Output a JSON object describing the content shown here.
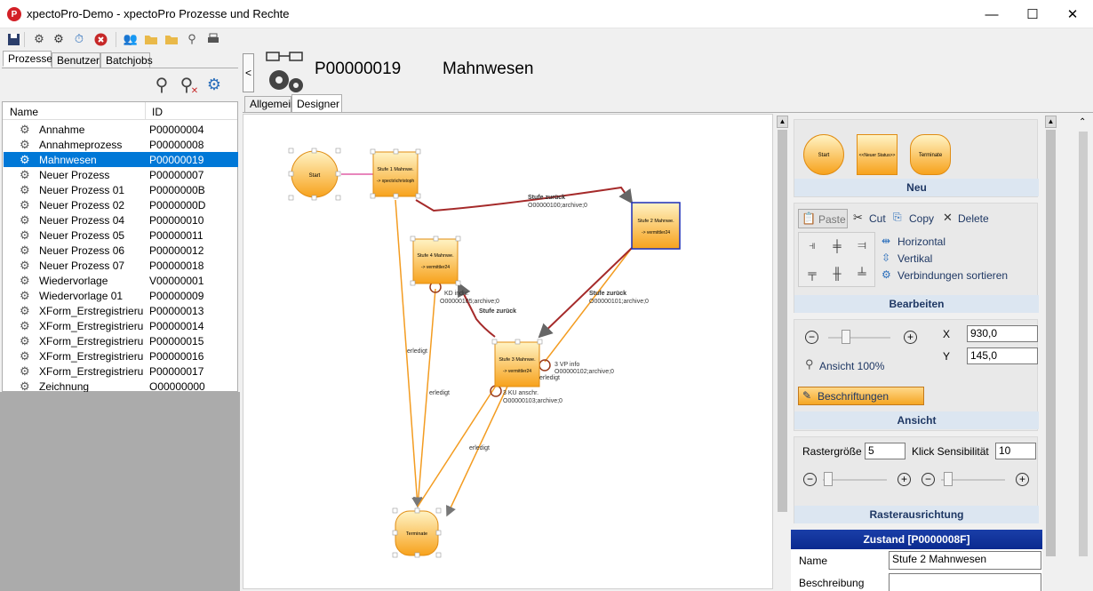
{
  "window": {
    "title": "xpectoPro-Demo - xpectoPro Prozesse und Rechte",
    "logo_glyph": "P",
    "minimize": "—",
    "maximize": "☐",
    "close": "✕"
  },
  "toolbar": {
    "icons": [
      "save-icon",
      "settings-gear-icon",
      "settings-gear-2-icon",
      "clock-icon",
      "cancel-icon",
      "users-icon",
      "folder-open-icon",
      "folder-open-2-icon",
      "magnifier-icon",
      "print-icon"
    ]
  },
  "left": {
    "tabs": [
      "Prozesse",
      "Benutzer",
      "Batchjobs"
    ],
    "columns": [
      "Name",
      "ID"
    ],
    "rows": [
      {
        "name": "Annahme",
        "id": "P00000004"
      },
      {
        "name": "Annahmeprozess",
        "id": "P00000008"
      },
      {
        "name": "Mahnwesen",
        "id": "P00000019",
        "selected": true
      },
      {
        "name": "Neuer Prozess",
        "id": "P00000007"
      },
      {
        "name": "Neuer Prozess 01",
        "id": "P0000000B"
      },
      {
        "name": "Neuer Prozess 02",
        "id": "P0000000D"
      },
      {
        "name": "Neuer Prozess 04",
        "id": "P00000010"
      },
      {
        "name": "Neuer Prozess 05",
        "id": "P00000011"
      },
      {
        "name": "Neuer Prozess 06",
        "id": "P00000012"
      },
      {
        "name": "Neuer Prozess 07",
        "id": "P00000018"
      },
      {
        "name": "Wiedervorlage",
        "id": "V00000001"
      },
      {
        "name": "Wiedervorlage 01",
        "id": "P00000009"
      },
      {
        "name": "XForm_Erstregistrierun...",
        "id": "P00000013"
      },
      {
        "name": "XForm_Erstregistrierun...",
        "id": "P00000014"
      },
      {
        "name": "XForm_Erstregistrierun...",
        "id": "P00000015"
      },
      {
        "name": "XForm_Erstregistrierun...",
        "id": "P00000016"
      },
      {
        "name": "XForm_Erstregistrierun...",
        "id": "P00000017"
      },
      {
        "name": "Zeichnung",
        "id": "O00000000"
      }
    ]
  },
  "header": {
    "process_id": "P00000019",
    "process_name": "Mahnwesen",
    "collapse": "<",
    "tabs": [
      "Allgemein",
      "Designer"
    ]
  },
  "diagram": {
    "nodes": {
      "start": "Start",
      "stufe1": "Stufe 1 Mahnwe.",
      "stufe1_sub": "-> xpecto\\christoph",
      "stufe2": "Stufe 2 Mahnwe.",
      "stufe2_sub": "-> vermittler24",
      "stufe3": "Stufe 3 Mahnwe.",
      "stufe3_sub": "-> vermittler24",
      "stufe4": "Stufe 4 Mahnwe.",
      "stufe4_sub": "-> vermittler24",
      "terminate": "Terminate"
    },
    "labels": {
      "l1a": "Stufe zurück",
      "l1b": "O00000100;archive;0",
      "l2a": "Stufe zurück",
      "l2b": "O00000101;archive;0",
      "l3": "Stufe zurück",
      "l4a": "KD indiv.",
      "l4b": "O00000105;archive;0",
      "l5a": "3 VP info",
      "l5b": "O00000102;archive;0",
      "l5c": "erledigt",
      "l6a": "3 KU anschr.",
      "l6b": "O00000103;archive;0",
      "e1": "erledigt",
      "e2": "erledigt",
      "e3": "erledigt"
    }
  },
  "panel": {
    "neu": {
      "start": "Start",
      "status": "<<Neuer Status>>",
      "terminate": "Terminate",
      "header": "Neu"
    },
    "bearbeiten": {
      "paste": "Paste",
      "cut": "Cut",
      "copy": "Copy",
      "delete": "Delete",
      "horizontal": "Horizontal",
      "vertikal": "Vertikal",
      "sortieren": "Verbindungen sortieren",
      "header": "Bearbeiten"
    },
    "ansicht": {
      "x_label": "X",
      "x_value": "930,0",
      "y_label": "Y",
      "y_value": "145,0",
      "zoom": "Ansicht 100%",
      "beschriftungen": "Beschriftungen",
      "header": "Ansicht",
      "zoom_level": 0.25
    },
    "raster": {
      "size_label": "Rastergröße",
      "size_value": "5",
      "klick_label": "Klick Sensibilität",
      "klick_value": "10",
      "header": "Rasterausrichtung",
      "size_level": 0.02,
      "klick_level": 0.05
    },
    "zustand": {
      "header": "Zustand [P0000008F]",
      "name_label": "Name",
      "name_value": "Stufe 2 Mahnwesen",
      "beschreibung_label": "Beschreibung",
      "beschreibung_value": ""
    }
  }
}
